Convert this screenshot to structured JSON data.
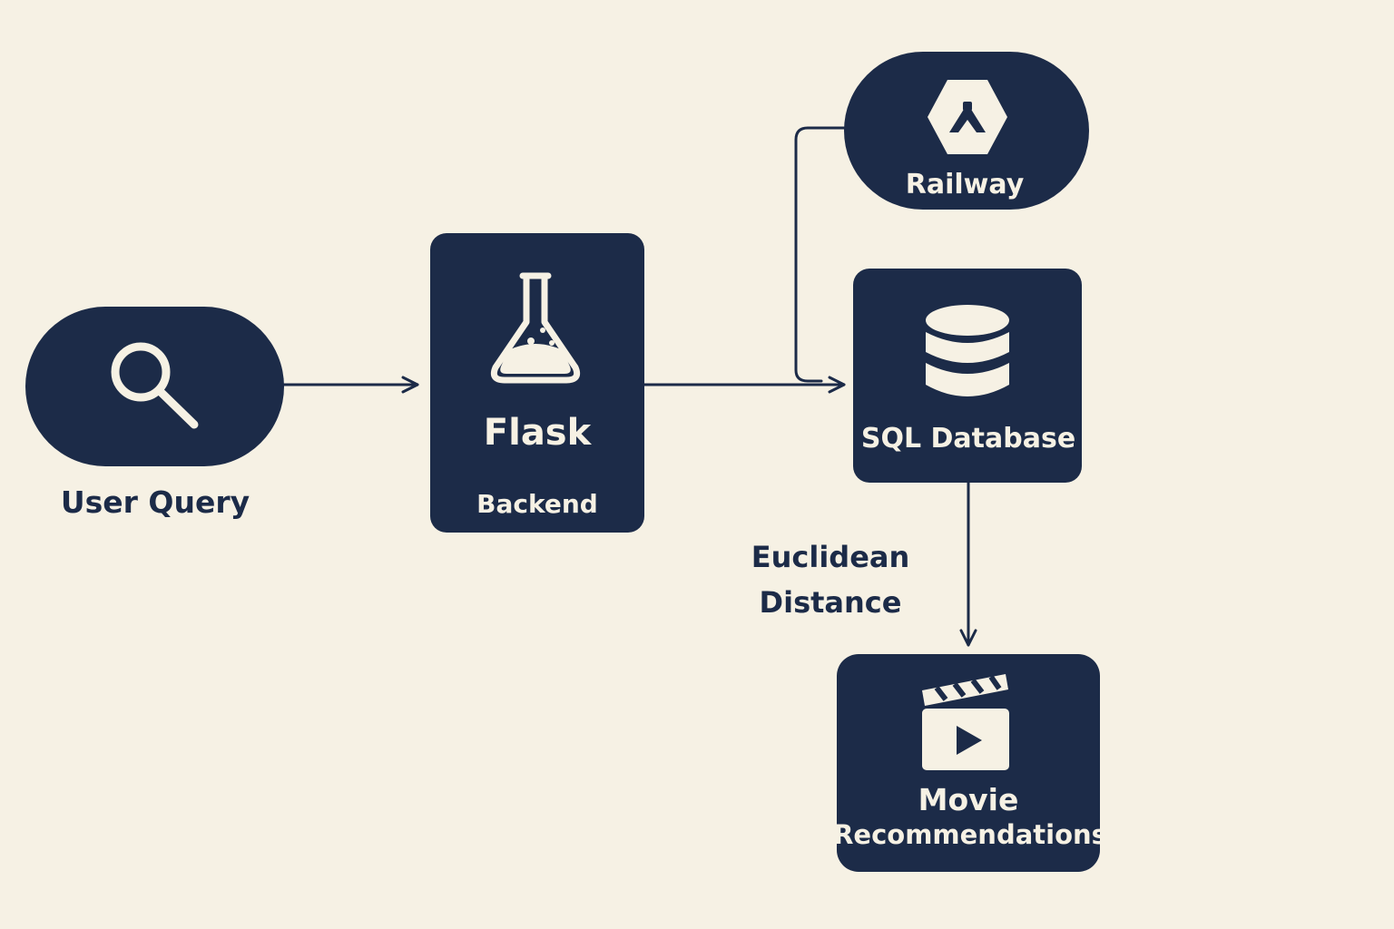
{
  "colors": {
    "background": "#f6f1e4",
    "node_fill": "#1c2b48",
    "node_text": "#f6f1e4",
    "edge": "#1c2b48"
  },
  "nodes": {
    "user_query": {
      "label": "User Query",
      "icon": "search-icon"
    },
    "flask": {
      "title": "Flask",
      "subtitle": "Backend",
      "icon": "flask-icon"
    },
    "railway": {
      "label": "Railway",
      "icon": "railway-logo-icon"
    },
    "sql_database": {
      "label": "SQL Database",
      "icon": "database-icon"
    },
    "movie_recommendations": {
      "line1": "Movie",
      "line2": "Recommendations",
      "icon": "clapperboard-play-icon"
    }
  },
  "edges": {
    "sql_to_movies_label_line1": "Euclidean",
    "sql_to_movies_label_line2": "Distance"
  }
}
